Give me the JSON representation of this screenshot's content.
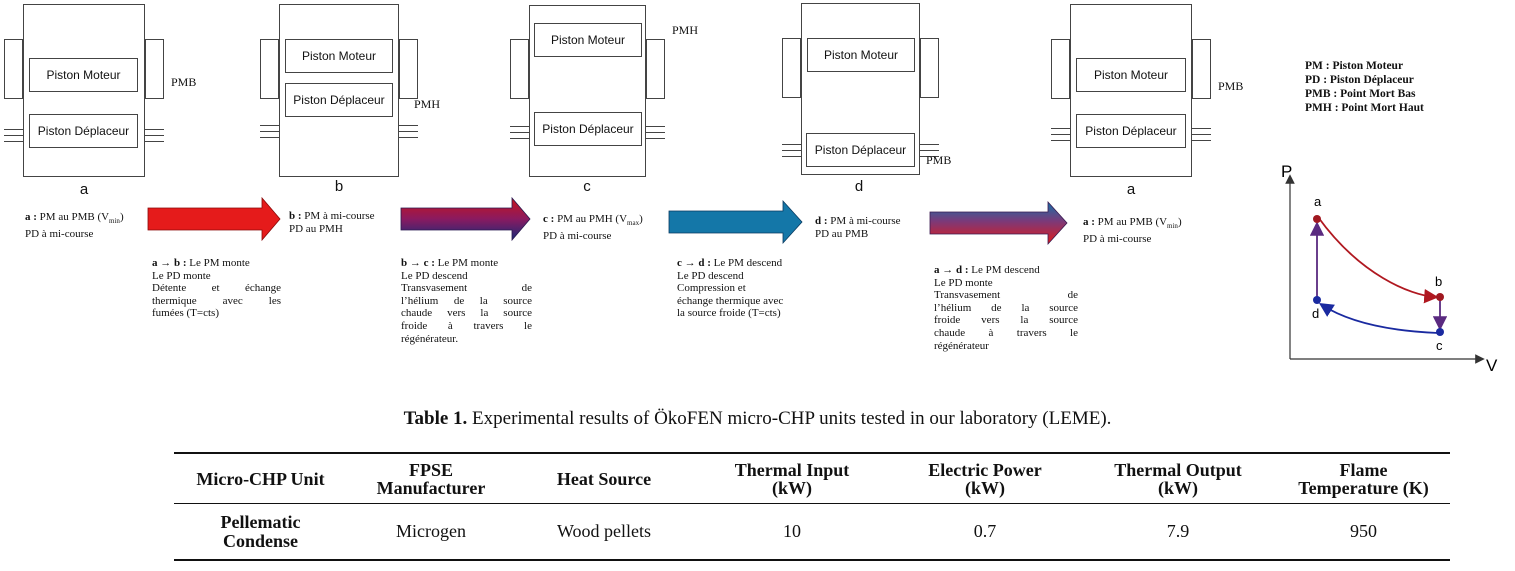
{
  "states": [
    {
      "letter": "a",
      "line1_key": "a",
      "line1_text": "PM au PMB (V",
      "line1_sub": "min",
      "line1_close": ")",
      "line2": "PD à mi-course",
      "pm_label": "PMB"
    },
    {
      "letter": "b",
      "line1_key": "b",
      "line1_text": "PM à mi-course",
      "line2": "PD au PMH",
      "pm_label": "PMH"
    },
    {
      "letter": "c",
      "line1_key": "c",
      "line1_text": "PM au PMH (V",
      "line1_sub": "max",
      "line1_close": ")",
      "line2": "PD à mi-course",
      "pm_label": "PMH"
    },
    {
      "letter": "d",
      "line1_key": "d",
      "line1_text": "PM à mi-course",
      "line2": "PD au PMB",
      "pm_label": "PMB"
    },
    {
      "letter": "a",
      "line1_key": "a",
      "line1_text": "PM au PMB (V",
      "line1_sub": "min",
      "line1_close": ")",
      "line2": "PD à mi-course",
      "pm_label": "PMB"
    }
  ],
  "piston_labels": {
    "moteur": "Piston Moteur",
    "deplaceur": "Piston Déplaceur"
  },
  "transitions": [
    {
      "key": "a → b :",
      "first": "Le PM monte",
      "lines": [
        "Le PD monte",
        "Détente et échange",
        "thermique avec les",
        "fumées (T=cts)"
      ]
    },
    {
      "key": "b → c :",
      "first": "Le PM monte",
      "lines": [
        "Le PD descend",
        "Transvasement de",
        "l’hélium de la source",
        "chaude vers la source",
        "froide à travers le",
        "régénérateur."
      ]
    },
    {
      "key": "c → d :",
      "first": "Le PM descend",
      "lines": [
        "Le PD descend",
        "Compression et",
        "échange thermique avec",
        "la source froide (T=cts)"
      ]
    },
    {
      "key": "a → d :",
      "first": "Le PM descend",
      "lines": [
        "Le PD monte",
        "Transvasement de",
        "l’hélium de la source",
        "froide vers la source",
        "chaude à travers le",
        "régénérateur"
      ]
    }
  ],
  "legend": [
    "PM : Piston Moteur",
    "PD : Piston Déplaceur",
    "PMB : Point Mort Bas",
    "PMH : Point Mort Haut"
  ],
  "pv": {
    "y_axis": "P",
    "x_axis": "V",
    "points": {
      "a": "a",
      "b": "b",
      "c": "c",
      "d": "d"
    }
  },
  "colors": {
    "red": "#c0141a",
    "blue": "#0e6fa0",
    "dark_red": "#a01820",
    "dark_blue": "#1a2aa0",
    "purple": "#5a2a80"
  },
  "table": {
    "caption_label": "Table 1.",
    "caption_text": "Experimental results of ÖkoFEN micro-CHP units tested in our laboratory (LEME).",
    "headers": [
      {
        "l1": "Micro-CHP Unit",
        "l2": ""
      },
      {
        "l1": "FPSE",
        "l2": "Manufacturer"
      },
      {
        "l1": "Heat Source",
        "l2": ""
      },
      {
        "l1": "Thermal Input",
        "l2": "(kW)"
      },
      {
        "l1": "Electric Power",
        "l2": "(kW)"
      },
      {
        "l1": "Thermal Output",
        "l2": "(kW)"
      },
      {
        "l1": "Flame",
        "l2": "Temperature (K)"
      }
    ],
    "rows": [
      [
        {
          "l1": "Pellematic",
          "l2": "Condense"
        },
        {
          "l1": "Microgen",
          "l2": ""
        },
        {
          "l1": "Wood pellets",
          "l2": ""
        },
        {
          "l1": "10",
          "l2": ""
        },
        {
          "l1": "0.7",
          "l2": ""
        },
        {
          "l1": "7.9",
          "l2": ""
        },
        {
          "l1": "950",
          "l2": ""
        }
      ]
    ]
  }
}
